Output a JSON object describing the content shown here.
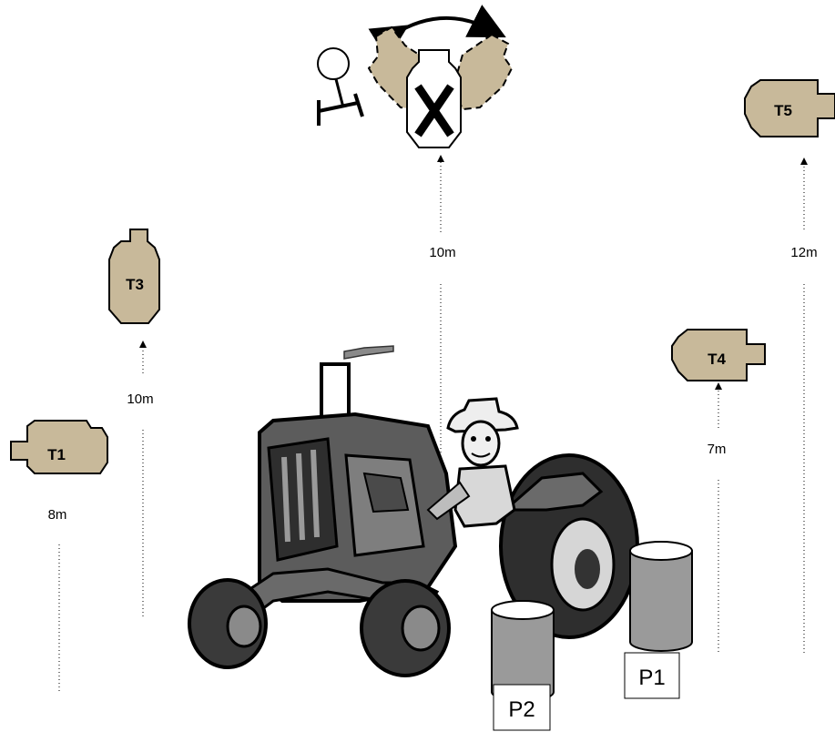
{
  "targets": {
    "t1": {
      "label": "T1",
      "distance": "8m"
    },
    "t3": {
      "label": "T3",
      "distance": "10m"
    },
    "t4": {
      "label": "T4",
      "distance": "7m"
    },
    "t5": {
      "label": "T5",
      "distance": "12m"
    },
    "center": {
      "distance": "10m"
    }
  },
  "positions": {
    "p1": "P1",
    "p2": "P2"
  },
  "colors": {
    "target_fill": "#c8b99a",
    "tractor_dark": "#555555",
    "tractor_mid": "#8a8a8a",
    "barrel": "#9a9a9a"
  },
  "icons": [
    "swinging-target-icon",
    "popper-icon",
    "tractor-icon",
    "farmer-icon",
    "barrel-icon",
    "swing-arrow-icon"
  ]
}
